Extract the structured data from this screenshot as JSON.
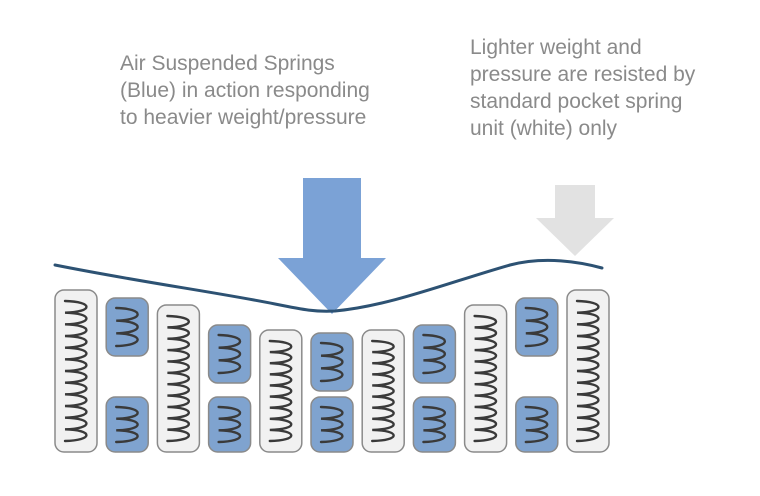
{
  "captions": {
    "left": "Air Suspended Springs\n(Blue) in action responding\nto heavier weight/pressure",
    "right": "Lighter weight and\npressure are resisted by\nstandard pocket spring\nunit (white) only"
  },
  "colors": {
    "caption_text": "#8a8a8a",
    "blue_fill": "#7fa3cf",
    "blue_arrow": "#7ba2d6",
    "white_fill": "#f1f1f1",
    "light_arrow": "#e2e2e2",
    "outline": "#8a8a8a",
    "coil": "#3a3a3a",
    "surface_line": "#2d5273"
  },
  "arrows": [
    {
      "name": "heavy-pressure-arrow",
      "color_key": "blue_arrow"
    },
    {
      "name": "light-pressure-arrow",
      "color_key": "light_arrow"
    }
  ]
}
